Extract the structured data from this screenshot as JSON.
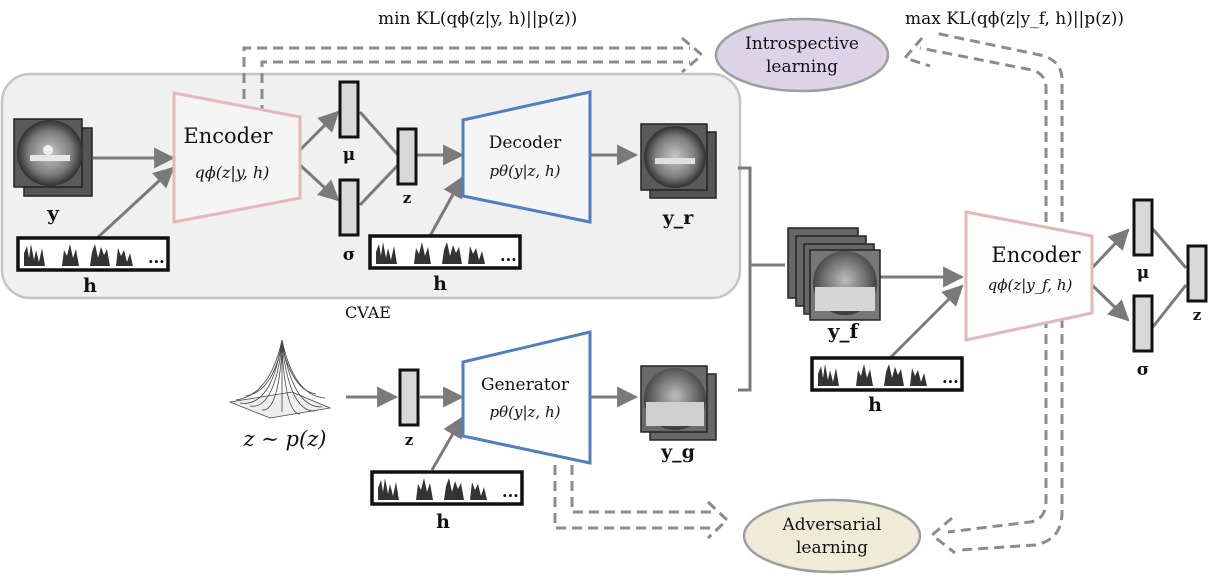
{
  "diagram": {
    "top_left_formula": "min KL(qϕ(z|y, h)||p(z))",
    "top_right_formula": "max KL(qϕ(z|y_f, h)||p(z))",
    "introspective": {
      "line1": "Introspective",
      "line2": "learning",
      "color": "#ddd3e8"
    },
    "adversarial": {
      "line1": "Adversarial",
      "line2": "learning",
      "color": "#eeebd6"
    },
    "cvae_label": "CVAE",
    "encoder1": {
      "title": "Encoder",
      "formula": "qϕ(z|y, h)"
    },
    "decoder": {
      "title": "Decoder",
      "formula": "pθ(y|z, h)"
    },
    "generator": {
      "title": "Generator",
      "formula": "pθ(y|z, h)"
    },
    "encoder2": {
      "title": "Encoder",
      "formula": "qϕ(z|y_f, h)"
    },
    "labels": {
      "y": "y",
      "yr": "y_r",
      "yg": "y_g",
      "yf": "y_f",
      "h": "h",
      "z": "z",
      "mu": "μ",
      "sigma": "σ",
      "prior": "z ∼ p(z)",
      "dots": "..."
    },
    "colors": {
      "encoder": "#e6b7b7",
      "decoder": "#4f7fbf",
      "arrow": "#7a7a7a",
      "cvae_bg": "#f0f0f0"
    }
  }
}
